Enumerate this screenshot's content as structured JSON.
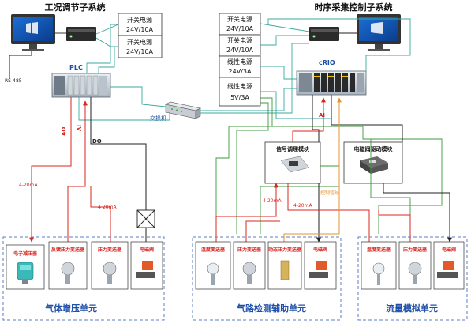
{
  "titles": {
    "left_system": "工况调节子系统",
    "right_system": "时序采集控制子系统"
  },
  "power_supplies": {
    "left": [
      {
        "line1": "开关电源",
        "line2": "24V/10A"
      },
      {
        "line1": "开关电源",
        "line2": "24V/10A"
      }
    ],
    "right": [
      {
        "line1": "开关电源",
        "line2": "24V/10A"
      },
      {
        "line1": "开关电源",
        "line2": "24V/10A"
      },
      {
        "line1": "线性电源",
        "line2": "24V/3A"
      },
      {
        "line1": "线性电源",
        "line2": "5V/3A"
      }
    ]
  },
  "devices": {
    "plc": "PLC",
    "crio": "cRIO",
    "switch": "交换机",
    "signal_module": "信号调理模块",
    "relay_module": "电磁阀驱动模块"
  },
  "signal_labels": {
    "rs485": "RS-485",
    "ao": "AO",
    "ai_left": "AI",
    "do": "DO",
    "ai_right": "AI",
    "ma_left_1": "4-20mA",
    "ma_left_2": "4-20mA",
    "ma_right_1": "4-20mA",
    "ma_right_2": "4-20mA",
    "control_signal": "控制信号"
  },
  "units": {
    "gas_boost": {
      "title": "气体增压单元",
      "items": [
        "电子减压器",
        "反馈压力变送器",
        "压力变送器",
        "电磁阀"
      ]
    },
    "gas_path": {
      "title": "气路检测辅助单元",
      "items": [
        "温度变送器",
        "压力变送器",
        "动态压力变送器",
        "电磁阀"
      ]
    },
    "flow_sim": {
      "title": "流量模拟单元",
      "items": [
        "温度变送器",
        "压力变送器",
        "电磁阀"
      ]
    }
  },
  "colors": {
    "red_line": "#d9241f",
    "teal_line": "#3aa8a0",
    "green_line": "#3c9a3c",
    "orange_line": "#e3952f",
    "dark_line": "#222222",
    "dashed_border": "#5a7fc4",
    "unit_title": "#1e4fa8"
  }
}
